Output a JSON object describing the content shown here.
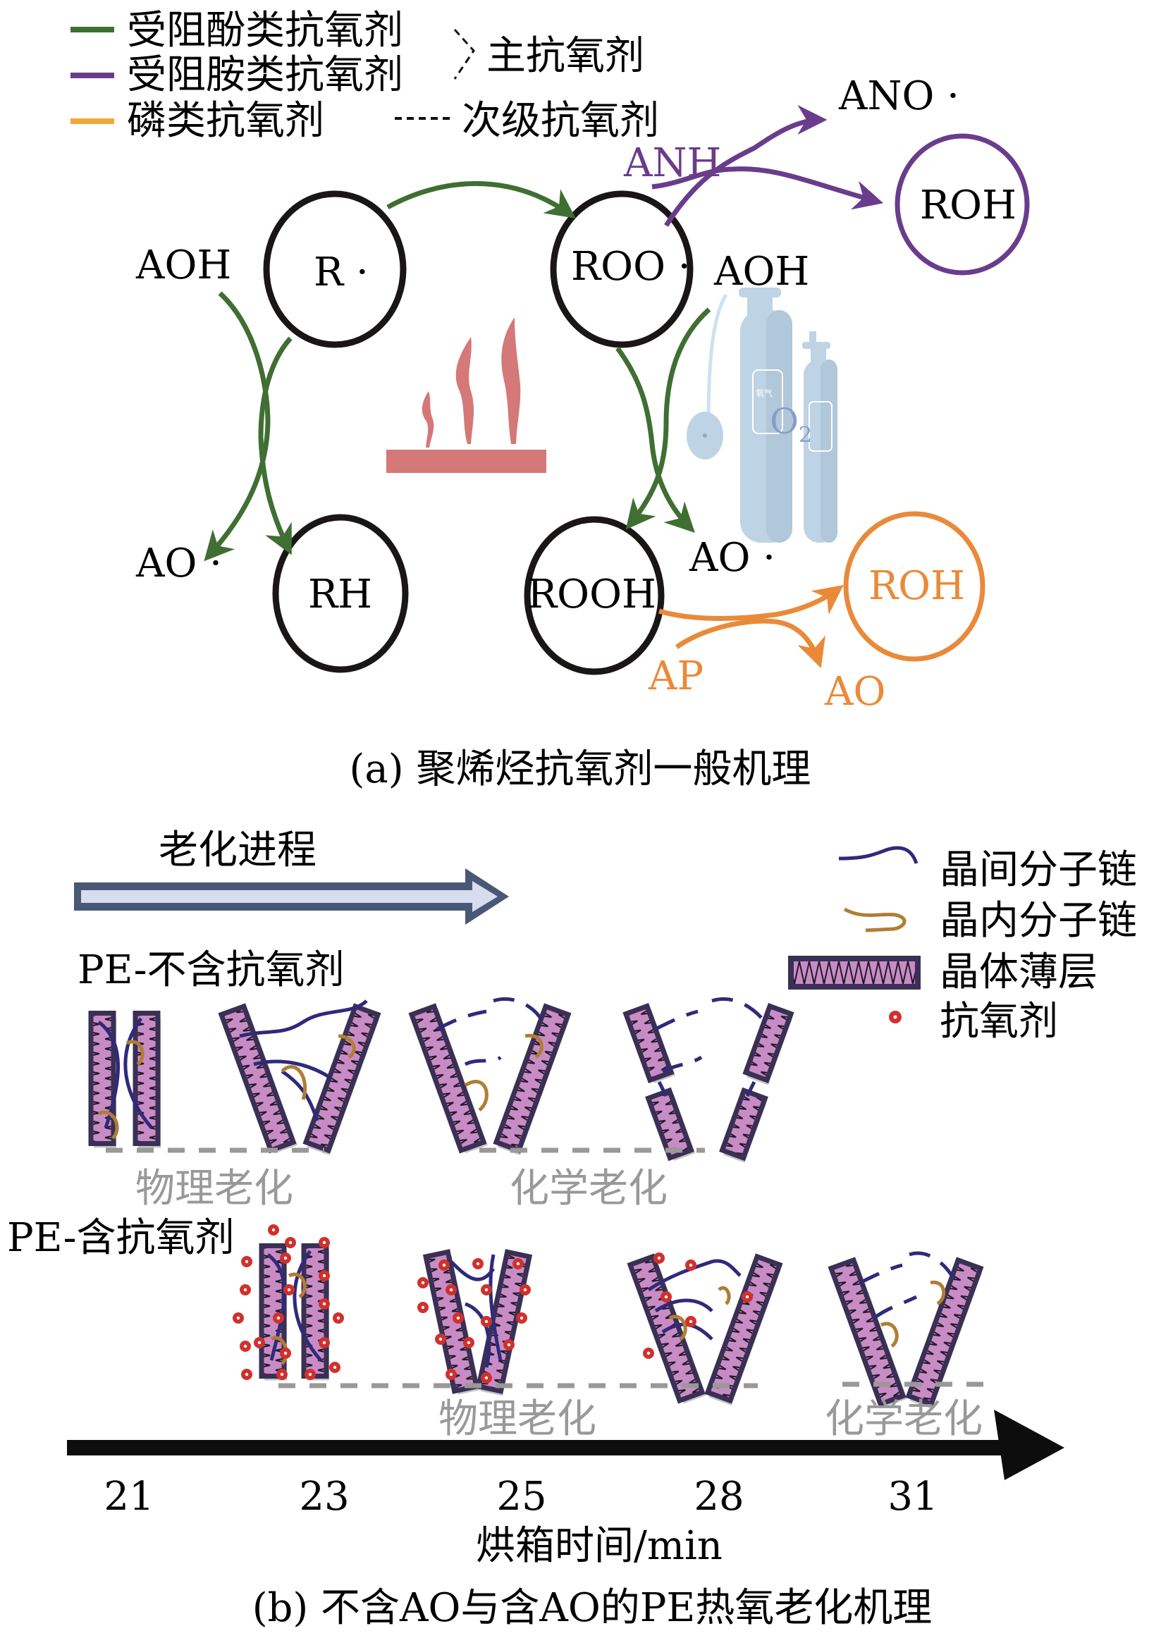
{
  "colors": {
    "phenol_green": "#3f6f32",
    "amine_purple": "#6a3c8c",
    "phosphite_orange": "#e98a3a",
    "legend_phosphite": "#f0a93a",
    "heat_red": "#d47878",
    "cylinder_blue": "#b8cfe0",
    "lamella_pink": "#c98bc6",
    "lamella_border": "#3a2f55",
    "inter_chain": "#2f2a7a",
    "intra_chain": "#b07d35",
    "antioxidant_red": "#d0312d",
    "aging_arrow_fill": "#d7dcef",
    "aging_arrow_border": "#4a5878",
    "stage_gray": "#9a9898"
  },
  "panel_a": {
    "legend": {
      "items": [
        {
          "label": "受阻酚类抗氧剂",
          "color_key": "phenol_green"
        },
        {
          "label": "受阻胺类抗氧剂",
          "color_key": "amine_purple"
        },
        {
          "label": "磷类抗氧剂",
          "color_key": "legend_phosphite"
        }
      ],
      "primary_label": "主抗氧剂",
      "secondary_label": "次级抗氧剂",
      "secondary_marker": "----"
    },
    "nodes": {
      "r_radical": "R ·",
      "roo_radical": "ROO ·",
      "rh": "RH",
      "rooh": "ROOH",
      "roh_amine": "ROH",
      "roh_phosphite": "ROH"
    },
    "labels": {
      "aoh_left": "AOH",
      "ao_radical_left": "AO ·",
      "aoh_right": "AOH",
      "ao_radical_right": "AO ·",
      "anh": "ANH",
      "ano_radical": "ANO ·",
      "ap": "AP",
      "ao_phosphite": "AO",
      "oxygen": "O",
      "oxygen_sub": "2",
      "cylinder_tag": "氧气"
    },
    "caption": "(a) 聚烯烃抗氧剂一般机理"
  },
  "panel_b": {
    "aging_label": "老化进程",
    "legend": [
      {
        "label": "晶间分子链",
        "icon": "inter-chain-icon"
      },
      {
        "label": "晶内分子链",
        "icon": "intra-chain-icon"
      },
      {
        "label": "晶体薄层",
        "icon": "lamella-icon"
      },
      {
        "label": "抗氧剂",
        "icon": "antioxidant-dot-icon"
      }
    ],
    "row_no_ao": {
      "title": "PE-不含抗氧剂",
      "stages": [
        "物理老化",
        "化学老化"
      ]
    },
    "row_with_ao": {
      "title": "PE-含抗氧剂",
      "stages": [
        "物理老化",
        "化学老化"
      ]
    },
    "time_axis": {
      "ticks": [
        "21",
        "23",
        "25",
        "28",
        "31"
      ],
      "label": "烘箱时间/min"
    },
    "caption": "(b) 不含AO与含AO的PE热氧老化机理"
  }
}
